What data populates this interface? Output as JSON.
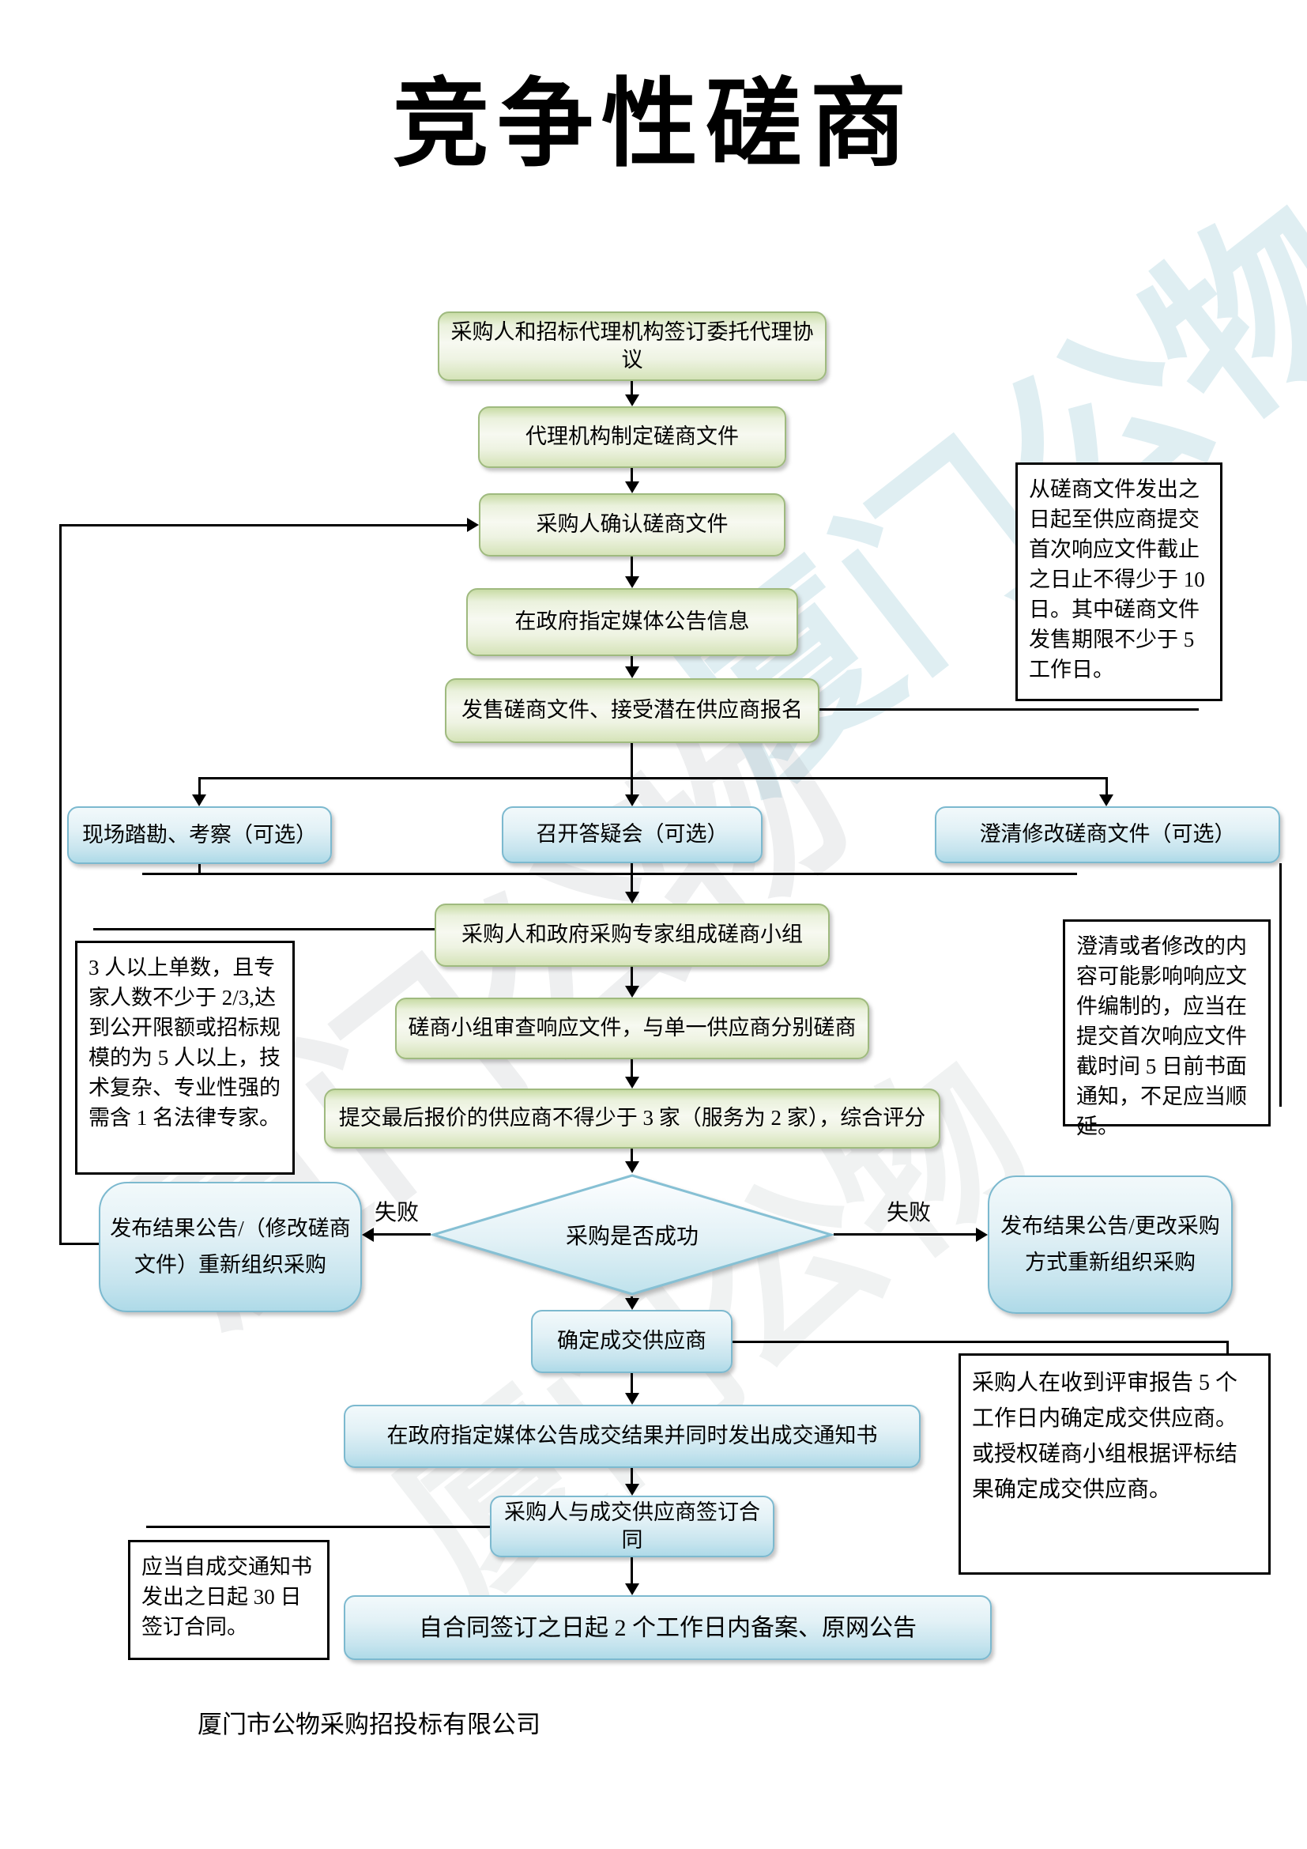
{
  "title": "竞争性磋商",
  "footer": "厦门市公物采购招投标有限公司",
  "watermark": "厦门公物",
  "colors": {
    "green_box_border": "#9fba7f",
    "blue_box_border": "#7cb9cf",
    "connector": "#000000",
    "annotation_border": "#000000"
  },
  "nodes": {
    "sign_agreement": "采购人和招标代理机构签订委托代理协议",
    "prepare_doc": "代理机构制定磋商文件",
    "confirm_doc": "采购人确认磋商文件",
    "announce_info": "在政府指定媒体公告信息",
    "sell_doc": "发售磋商文件、接受潜在供应商报名",
    "site_visit": "现场踏勘、考察（可选）",
    "qa_meeting": "召开答疑会（可选）",
    "clarify_doc": "澄清修改磋商文件（可选）",
    "form_panel": "采购人和政府采购专家组成磋商小组",
    "review_response": "磋商小组审查响应文件，与单一供应商分别磋商",
    "final_quote": "提交最后报价的供应商不得少于 3 家（服务为 2 家），综合评分",
    "decision": "采购是否成功",
    "redo_left": "发布结果公告/（修改磋商文件）重新组织采购",
    "redo_right": "发布结果公告/更改采购方式重新组织采购",
    "confirm_supplier": "确定成交供应商",
    "announce_result": "在政府指定媒体公告成交结果并同时发出成交通知书",
    "sign_contract": "采购人与成交供应商签订合同",
    "filing": "自合同签订之日起 2 个工作日内备案、原网公告"
  },
  "labels": {
    "fail_left": "失败",
    "fail_right": "失败"
  },
  "annotations": {
    "issue_period": "从磋商文件发出之日起至供应商提交首次响应文件截止之日止不得少于 10 日。其中磋商文件发售期限不少于 5 工作日。",
    "clarify_rule": "澄清或者修改的内容可能影响响应文件编制的，应当在提交首次响应文件截时间 5 日前书面通知，不足应当顺延。",
    "panel_rule": "3 人以上单数，且专家人数不少于 2/3,达到公开限额或招标规模的为 5 人以上，技术复杂、专业性强的需含 1 名法律专家。",
    "award_rule": "采购人在收到评审报告 5 个工作日内确定成交供应商。\n或授权磋商小组根据评标结果确定成交供应商。",
    "sign_rule": "应当自成交通知书发出之日起 30 日签订合同。"
  }
}
